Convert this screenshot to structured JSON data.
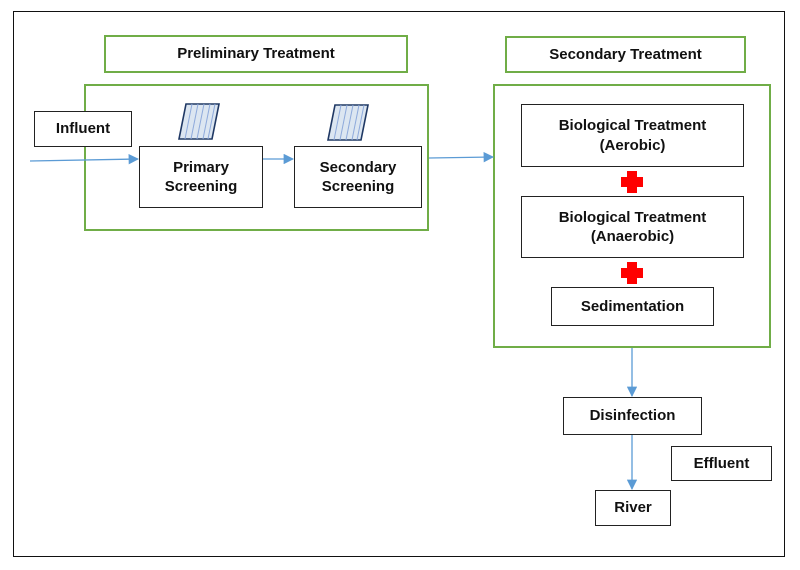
{
  "diagram": {
    "preliminary_title": "Preliminary Treatment",
    "secondary_title": "Secondary Treatment",
    "influent": "Influent",
    "primary_screening": "Primary\nScreening",
    "secondary_screening": "Secondary\nScreening",
    "bio_aerobic": "Biological Treatment\n(Aerobic)",
    "bio_anaerobic": "Biological Treatment\n(Anaerobic)",
    "sedimentation": "Sedimentation",
    "disinfection": "Disinfection",
    "effluent": "Effluent",
    "river": "River"
  },
  "colors": {
    "group_border": "#70ad47",
    "arrow": "#5b9bd5",
    "plus": "#ff0000",
    "screen_fill": "#dce6f1",
    "screen_stroke": "#1f3864"
  },
  "icons": {
    "screen": "screen-grid-icon",
    "plus": "plus-icon"
  }
}
